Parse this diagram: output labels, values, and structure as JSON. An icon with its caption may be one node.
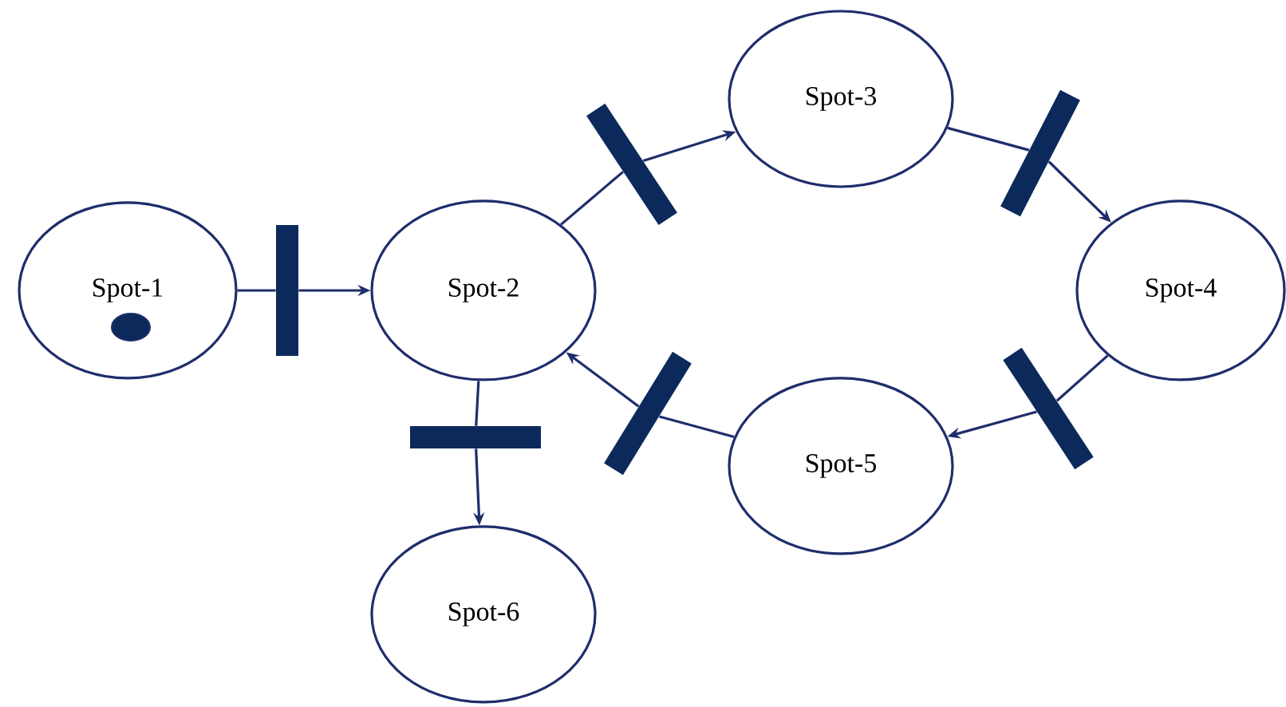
{
  "diagram": {
    "nodes": [
      {
        "text": [
          "Spot-1"
        ]
      },
      {
        "text": [],
        "shape": "bar"
      },
      {
        "text": [
          "Spot-2"
        ]
      },
      {
        "text": [],
        "shape": "bar"
      },
      {
        "text": [
          "Spot-3"
        ]
      },
      {
        "text": [],
        "shape": "bar"
      },
      {
        "text": [
          "Spot-4"
        ]
      },
      {
        "text": [],
        "shape": "bar"
      },
      {
        "text": [
          "Spot-5"
        ]
      },
      {
        "text": [],
        "shape": "bar"
      },
      {
        "text": [],
        "shape": "bar"
      },
      {
        "text": [
          "Spot-6"
        ]
      }
    ],
    "edges": [
      {
        "from": 0,
        "to": 1,
        "arrow": "none"
      },
      {
        "from": 1,
        "to": 2,
        "arrow": "to"
      },
      {
        "from": 2,
        "to": 3,
        "arrow": "none"
      },
      {
        "from": 3,
        "to": 4,
        "arrow": "to"
      },
      {
        "from": 4,
        "to": 5,
        "arrow": "none"
      },
      {
        "from": 5,
        "to": 6,
        "arrow": "to"
      },
      {
        "from": 6,
        "to": 7,
        "arrow": "none"
      },
      {
        "from": 7,
        "to": 8,
        "arrow": "to"
      },
      {
        "from": 8,
        "to": 9,
        "arrow": "none"
      },
      {
        "from": 9,
        "to": 2,
        "arrow": "to"
      },
      {
        "from": 2,
        "to": 10,
        "arrow": "none"
      },
      {
        "from": 10,
        "to": 11,
        "arrow": "to"
      }
    ]
  }
}
